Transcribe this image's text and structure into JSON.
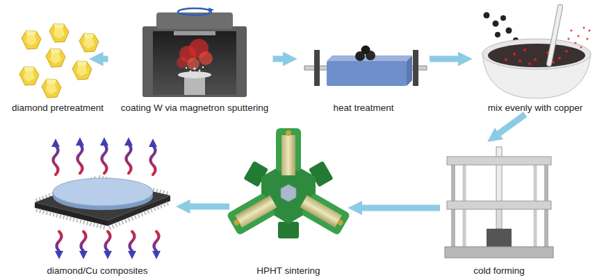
{
  "diagram": {
    "nodes": [
      {
        "text": [
          "diamond pretreatment"
        ]
      },
      {
        "text": [
          "coating W via magnetron sputtering"
        ]
      },
      {
        "text": [
          "heat treatment"
        ]
      },
      {
        "text": [
          "mix evenly with copper"
        ]
      },
      {
        "text": [
          "cold forming"
        ]
      },
      {
        "text": [
          "HPHT sintering"
        ]
      },
      {
        "text": [
          "diamond/Cu composites"
        ]
      }
    ],
    "edges": [
      {
        "from": 0,
        "to": 1,
        "arrow": "to"
      },
      {
        "from": 1,
        "to": 2,
        "arrow": "to"
      },
      {
        "from": 2,
        "to": 3,
        "arrow": "to"
      },
      {
        "from": 3,
        "to": 4,
        "arrow": "to"
      },
      {
        "from": 4,
        "to": 5,
        "arrow": "to"
      },
      {
        "from": 5,
        "to": 6,
        "arrow": "to"
      }
    ]
  }
}
